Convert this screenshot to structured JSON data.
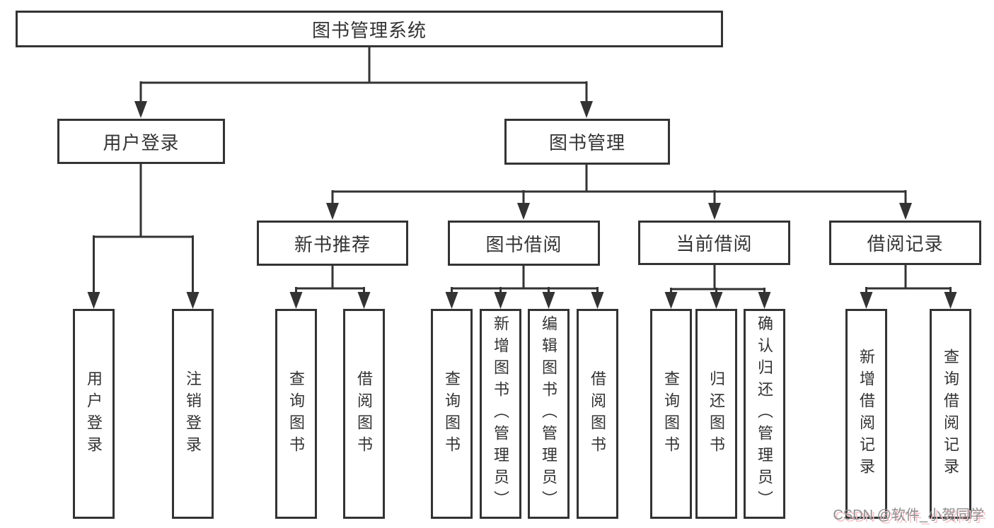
{
  "tree": {
    "root": {
      "label": "图书管理系统"
    },
    "branches": [
      {
        "label": "用户登录",
        "children": [
          {
            "label": "用户登录"
          },
          {
            "label": "注销登录"
          }
        ]
      },
      {
        "label": "图书管理",
        "children": [
          {
            "label": "新书推荐",
            "children": [
              {
                "label": "查询图书"
              },
              {
                "label": "借阅图书"
              }
            ]
          },
          {
            "label": "图书借阅",
            "children": [
              {
                "label": "查询图书"
              },
              {
                "label": "新增图书（管理员）"
              },
              {
                "label": "编辑图书（管理员）"
              },
              {
                "label": "借阅图书"
              }
            ]
          },
          {
            "label": "当前借阅",
            "children": [
              {
                "label": "查询图书"
              },
              {
                "label": "归还图书"
              },
              {
                "label": "确认归还（管理员）"
              }
            ]
          },
          {
            "label": "借阅记录",
            "children": [
              {
                "label": "新增借阅记录"
              },
              {
                "label": "查询借阅记录"
              }
            ]
          }
        ]
      }
    ]
  },
  "watermark": {
    "text": "CSDN @软件_小贺同学"
  },
  "colors": {
    "line": "#333333",
    "box_border": "#333333",
    "box_fill": "#ffffff",
    "text": "#333333",
    "background": "#ffffff",
    "watermark_text": "#8f8f8f",
    "watermark_shadow": "#f3c3ca"
  }
}
